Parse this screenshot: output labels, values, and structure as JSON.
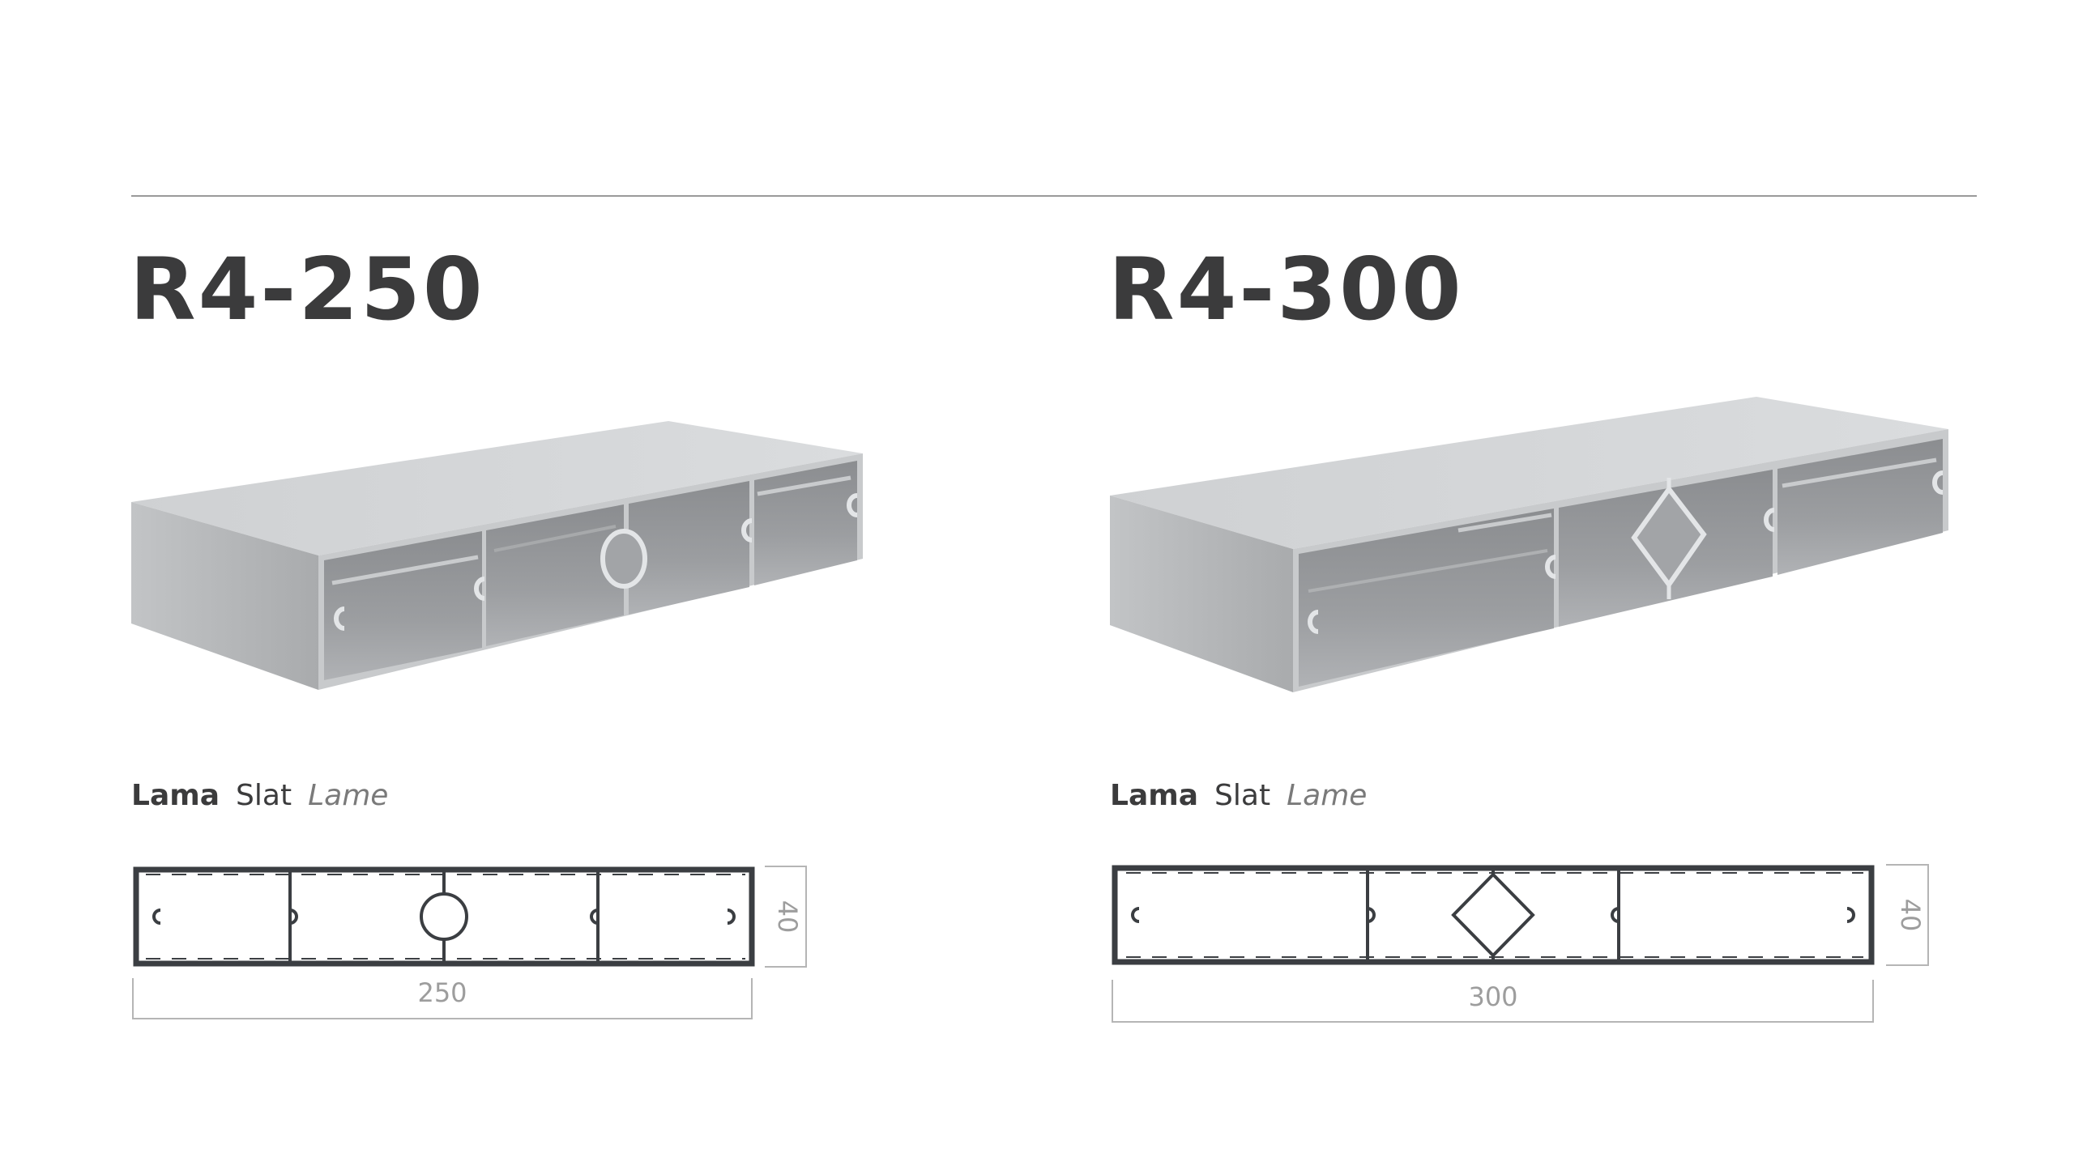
{
  "products": [
    {
      "model": "R4-250",
      "caption": {
        "es": "Lama",
        "en": "Slat",
        "fr": "Lame"
      },
      "dimensions": {
        "width": "250",
        "height": "40"
      }
    },
    {
      "model": "R4-300",
      "caption": {
        "es": "Lama",
        "en": "Slat",
        "fr": "Lame"
      },
      "dimensions": {
        "width": "300",
        "height": "40"
      }
    }
  ],
  "colors": {
    "title": "#3b3b3c",
    "profile_stroke": "#3b3e42",
    "dimension_line": "#b5b5b5",
    "dimension_text": "#9d9d9d",
    "aluminium_light": "#d4d6d8",
    "aluminium_mid": "#b8babc",
    "aluminium_dark": "#8a8c8e"
  }
}
